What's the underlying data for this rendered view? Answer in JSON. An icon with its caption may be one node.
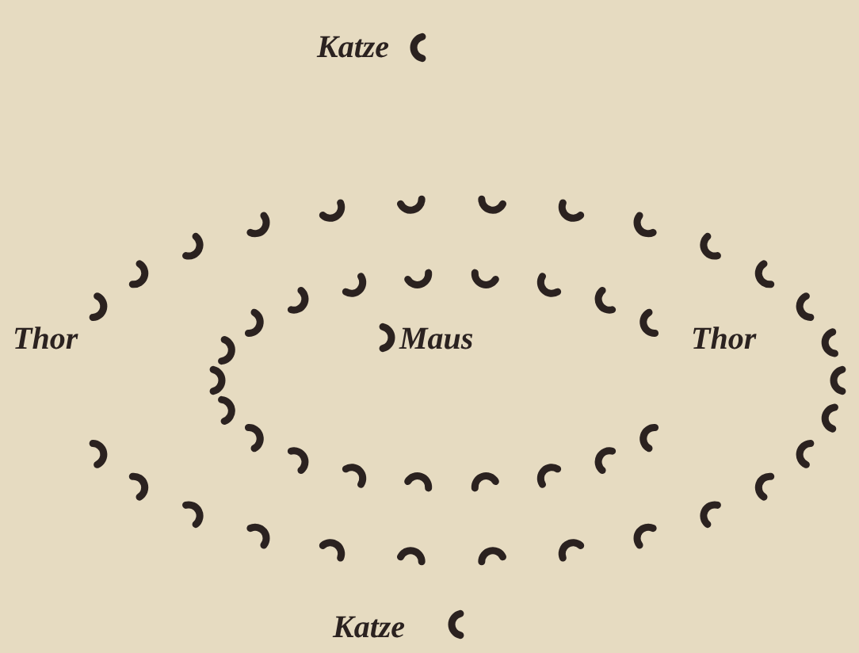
{
  "diagram": {
    "labels": [
      "Katze",
      "Thor",
      "Maus",
      "Thor",
      "Katze"
    ]
  }
}
